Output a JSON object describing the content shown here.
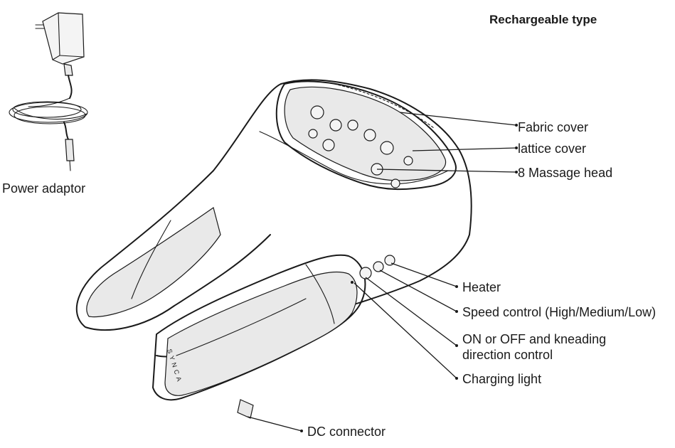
{
  "title": "Rechargeable type",
  "accessory": {
    "label": "Power adaptor"
  },
  "brand": "SYNCA",
  "labels": [
    {
      "id": "fabric-cover",
      "text": "Fabric cover"
    },
    {
      "id": "lattice-cover",
      "text": "lattice cover"
    },
    {
      "id": "massage-head",
      "text": "8 Massage head"
    },
    {
      "id": "heater",
      "text": "Heater"
    },
    {
      "id": "speed-control",
      "text": "Speed control (High/Medium/Low)"
    },
    {
      "id": "on-off",
      "text": "ON or OFF and kneading direction control"
    },
    {
      "id": "charging-light",
      "text": "Charging light"
    },
    {
      "id": "dc-connector",
      "text": "DC connector"
    }
  ],
  "colors": {
    "ink": "#1a1a1a",
    "fill": "#e9e9e9",
    "background": "#ffffff"
  },
  "icons": [
    "power-adaptor-icon",
    "neck-massager-illustration",
    "heater-button-icon",
    "speed-button-icon",
    "power-button-icon",
    "charging-light-icon"
  ]
}
